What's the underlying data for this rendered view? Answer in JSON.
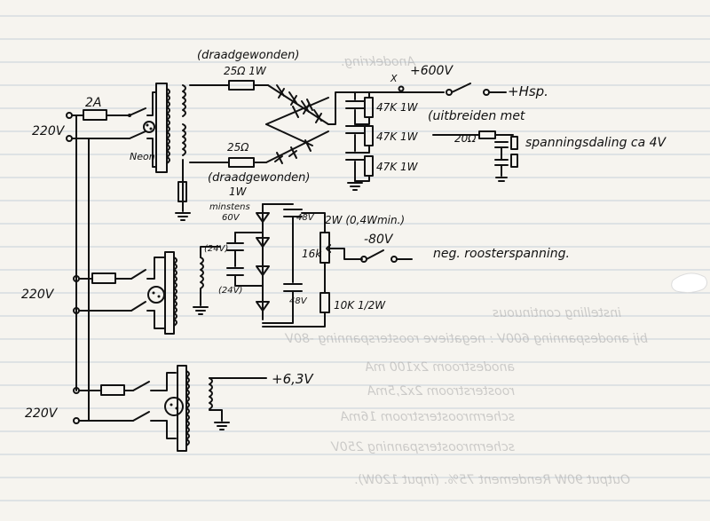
{
  "top_note": "(draadgewonden)",
  "bottom_note": "(draadgewonden)",
  "fuse_label": "2A",
  "mains_top": "220V",
  "mains_mid": "220V",
  "mains_bot": "220V",
  "neon_label": "Neon",
  "r_top": "25Ω   1W",
  "r_bot": "25Ω",
  "r_bot_watt": "1W",
  "hv_ghost": "Anodekring.",
  "hv_switch_mark": "X",
  "hv_voltage": "+600V",
  "hsp_label": "+Hsp.",
  "r_chain_1": "47K 1W",
  "r_chain_2": "47K 1W",
  "r_chain_3": "47K 1W",
  "expand_note": "(uitbreiden met",
  "r_exp": "20Ω",
  "drop_note": "spanningsdaling ca 4V",
  "cap_min_1": "minstens",
  "cap_min_2": "60V",
  "cap_48_top": "48V",
  "r_2w": "2W (0,4Wmin.)",
  "cap_left_top": "(24V)",
  "cap_left_bot": "(24V)",
  "cap_48_bot": "48V",
  "pot_label": "16k",
  "neg_voltage": "-80V",
  "neg_note": "neg. roosterspanning.",
  "r_10k": "10K 1/2W",
  "heater_voltage": "+6,3V",
  "ghost_lines": [
    "instelling continuous",
    "bij anodespanning 600V : negatieve roosterspanning -80V",
    "anodestroom      2x100 mA",
    "roosterstroom      2x2,5mA",
    "schermroosterstroom   16mA",
    "schermroosterspanning  250V",
    "Output  90W    Rendement  75%.    (input 120W)."
  ]
}
